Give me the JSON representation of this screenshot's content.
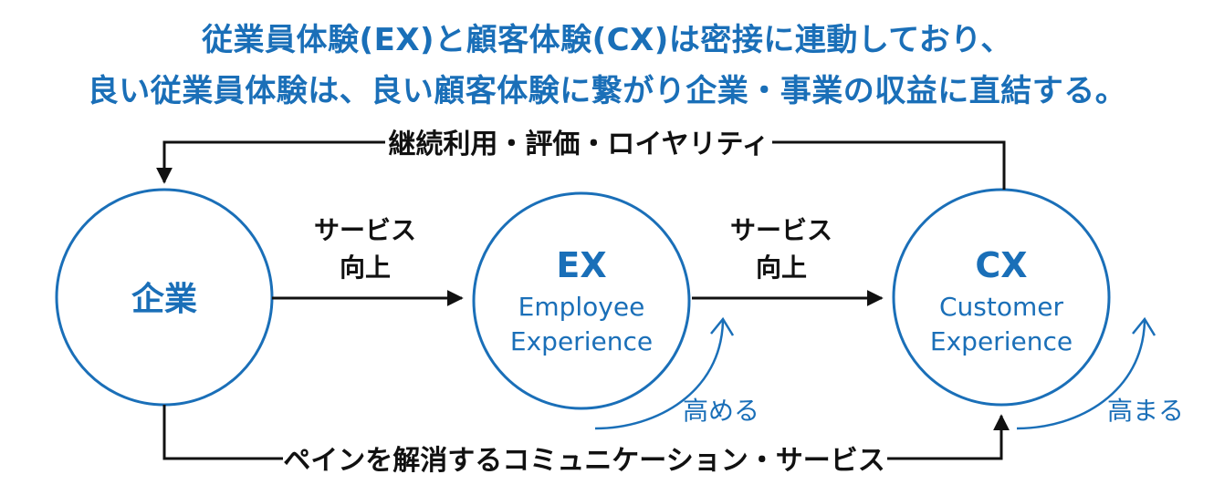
{
  "headline": {
    "line1": "従業員体験(EX)と顧客体験(CX)は密接に連動しており、",
    "line2": "良い従業員体験は、良い顧客体験に繋がり企業・事業の収益に直結する。"
  },
  "nodes": {
    "company": {
      "label": "企業"
    },
    "ex": {
      "abbr": "EX",
      "line1": "Employee",
      "line2": "Experience"
    },
    "cx": {
      "abbr": "CX",
      "line1": "Customer",
      "line2": "Experience"
    }
  },
  "flows": {
    "top_feedback": "継続利用・評価・ロイヤリティ",
    "company_to_ex": {
      "line1": "サービス",
      "line2": "向上"
    },
    "ex_to_cx": {
      "line1": "サービス",
      "line2": "向上"
    },
    "bottom": "ペインを解消するコミュニケーション・サービス"
  },
  "effects": {
    "ex": "高める",
    "cx": "高まる"
  },
  "colors": {
    "accent_blue": "#1a6fb8",
    "line_black": "#111111"
  }
}
